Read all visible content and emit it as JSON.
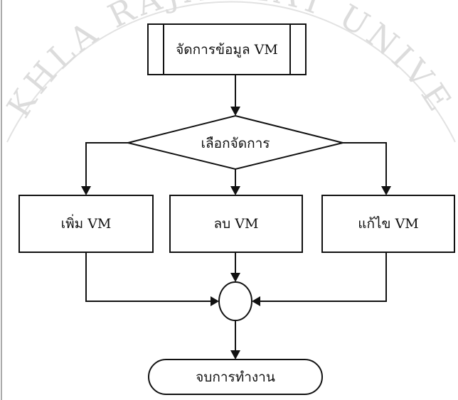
{
  "diagram": {
    "type": "flowchart",
    "nodes": {
      "process": {
        "label": "จัดการข้อมูล VM",
        "shape": "predefined-process"
      },
      "decision": {
        "label": "เลือกจัดการ",
        "shape": "diamond"
      },
      "add": {
        "label": "เพิ่ม VM",
        "shape": "rectangle"
      },
      "delete": {
        "label": "ลบ VM",
        "shape": "rectangle"
      },
      "edit": {
        "label": "แก้ไข VM",
        "shape": "rectangle"
      },
      "connector": {
        "label": "",
        "shape": "circle"
      },
      "end": {
        "label": "จบการทำงาน",
        "shape": "terminator"
      }
    },
    "edges": [
      {
        "from": "process",
        "to": "decision"
      },
      {
        "from": "decision",
        "to": "add"
      },
      {
        "from": "decision",
        "to": "delete"
      },
      {
        "from": "decision",
        "to": "edit"
      },
      {
        "from": "add",
        "to": "connector"
      },
      {
        "from": "delete",
        "to": "connector"
      },
      {
        "from": "edit",
        "to": "connector"
      },
      {
        "from": "connector",
        "to": "end"
      }
    ]
  },
  "watermark": {
    "text": "SONGKHLA RAJABHAT UNIVERSITY",
    "color": "#dcdcdc"
  },
  "colors": {
    "stroke": "#111111",
    "fill": "#ffffff"
  }
}
